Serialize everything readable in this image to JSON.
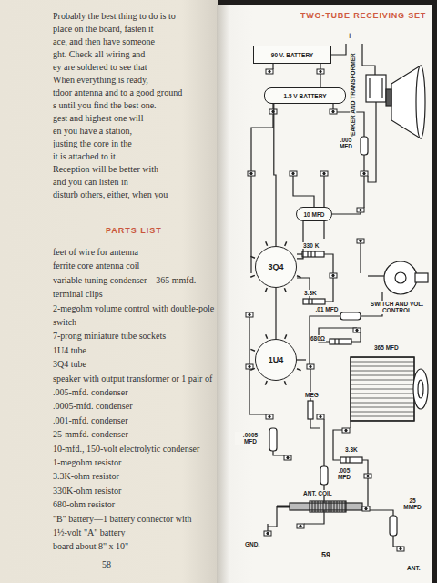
{
  "diagram": {
    "title": "TWO-TUBE RECEIVING SET",
    "nodes": [
      {
        "text": [
          "90 V. BATTERY"
        ]
      },
      {
        "text": [
          "1.5 V BATTERY"
        ]
      },
      {
        "text": [
          "10 MFD"
        ]
      },
      {
        "text": [
          "3Q4"
        ]
      },
      {
        "text": [
          "1U4"
        ]
      }
    ],
    "edges": [
      {
        "from": 1,
        "to": 3,
        "arrow": "none"
      },
      {
        "from": 3,
        "to": 4,
        "arrow": "none"
      },
      {
        "from": 2,
        "to": 3,
        "arrow": "none"
      }
    ],
    "labels": [
      "Probably the best thing to do is to",
      "place on the board, fasten it",
      "ace, and then have someone",
      "ght. Check all wiring and",
      "ey are soldered to see that",
      "When everything is ready,",
      "tdoor antenna and to a good ground",
      "s until you find the best one.",
      "gest and highest one will",
      "en you have a station,",
      "justing the core in the",
      "it is attached to it.",
      "Reception will be better with",
      "and you can listen in",
      "disturb others, either, when you",
      "PARTS LIST",
      "feet of wire for antenna",
      "ferrite core antenna coil",
      "variable tuning condenser—365 mmfd.",
      "terminal clips",
      "2-megohm volume control with double-pole",
      "switch",
      "7-prong miniature tube sockets",
      "1U4 tube",
      "3Q4 tube",
      "speaker with output transformer or 1 pair of",
      ".005-mfd. condenser",
      ".0005-mfd. condenser",
      ".001-mfd. condenser",
      "25-mmfd. condenser",
      "10-mfd., 150-volt electrolytic condenser",
      "1-megohm resistor",
      "3.3K-ohm resistor",
      "330K-ohm resistor",
      "680-ohm resistor",
      "\"B\" battery—1 battery connector with",
      "1½-volt \"A\" battery",
      "board about 8\" x 10\"",
      "58",
      "+",
      "−",
      "SPEAKER AND TRANSFORMER",
      ".005 MFD",
      "330 K",
      "3.3K",
      ".01 MFD",
      "SWITCH AND VOL. CONTROL",
      "680Ω",
      "365 MFD",
      "MEG",
      ".0005 MFD",
      "3.3K",
      ".005 MFD",
      "ANT. COIL",
      "25 MMFD",
      "GND.",
      "ANT.",
      "59"
    ]
  }
}
